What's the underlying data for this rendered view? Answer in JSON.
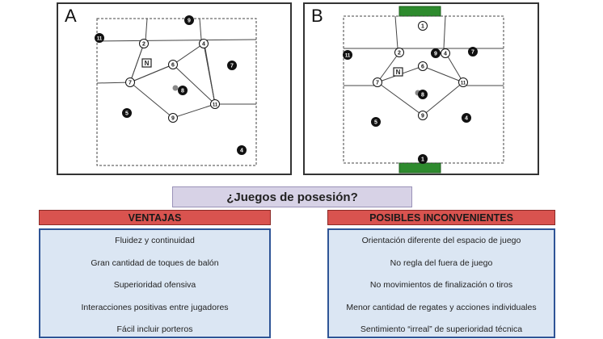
{
  "panels": {
    "a": {
      "letter": "A",
      "players": [
        {
          "label": "2",
          "style": "white"
        },
        {
          "label": "4",
          "style": "white"
        },
        {
          "label": "6",
          "style": "white"
        },
        {
          "label": "7",
          "style": "white"
        },
        {
          "label": "8",
          "style": "black"
        },
        {
          "label": "9",
          "style": "white"
        },
        {
          "label": "11",
          "style": "white"
        },
        {
          "label": "5",
          "style": "black"
        },
        {
          "label": "7",
          "style": "black"
        },
        {
          "label": "11",
          "style": "black"
        },
        {
          "label": "9",
          "style": "black"
        },
        {
          "label": "4",
          "style": "black"
        }
      ],
      "neutral": "N"
    },
    "b": {
      "letter": "B",
      "players": [
        {
          "label": "1",
          "style": "white"
        },
        {
          "label": "2",
          "style": "white"
        },
        {
          "label": "4",
          "style": "white"
        },
        {
          "label": "6",
          "style": "white"
        },
        {
          "label": "7",
          "style": "white"
        },
        {
          "label": "8",
          "style": "black"
        },
        {
          "label": "9",
          "style": "white"
        },
        {
          "label": "11",
          "style": "white"
        },
        {
          "label": "11",
          "style": "black"
        },
        {
          "label": "9",
          "style": "black"
        },
        {
          "label": "7",
          "style": "black"
        },
        {
          "label": "5",
          "style": "black"
        },
        {
          "label": "4",
          "style": "black"
        },
        {
          "label": "1",
          "style": "black"
        }
      ],
      "neutral": "N"
    }
  },
  "title": "¿Juegos de posesión?",
  "ventajas": {
    "header": "VENTAJAS",
    "items": [
      "Fluidez y continuidad",
      "Gran cantidad de toques de balón",
      "Superioridad ofensiva",
      "Interacciones positivas entre jugadores",
      "Fácil incluir porteros"
    ]
  },
  "inconvenientes": {
    "header": "POSIBLES INCONVENIENTES",
    "items": [
      "Orientación diferente del espacio de juego",
      "No regla del fuera de juego",
      "No movimientos de finalización o tiros",
      "Menor cantidad de regates y acciones individuales",
      "Sentimiento “irreal” de superioridad técnica"
    ]
  },
  "colors": {
    "header_red": "#d9534f",
    "list_bg": "#dbe6f3",
    "list_border": "#2e5496",
    "title_bg": "#d7d2e6",
    "goal_green": "#2e8b2e"
  }
}
